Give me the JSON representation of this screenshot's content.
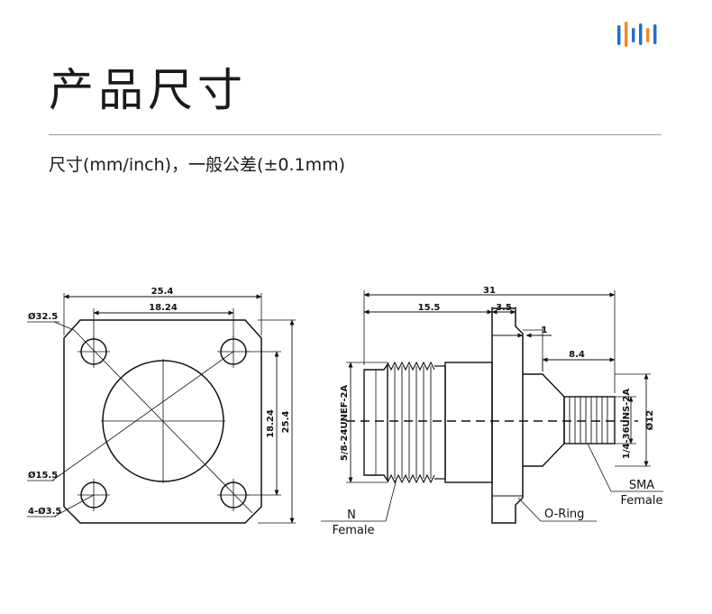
{
  "header": {
    "logo_icon": "bars-logo-icon",
    "logo_colors": [
      "#1f6fd1",
      "#f08a24"
    ],
    "title": "产品尺寸",
    "subtitle": "尺寸(mm/inch)，一般公差(±0.1mm)"
  },
  "front_view": {
    "dim_width_outer": "25.4",
    "dim_width_holes": "18.24",
    "dim_height_holes": "18.24",
    "dim_height_outer": "25.4",
    "label_outer_dia": "Ø32.5",
    "label_center_dia": "Ø15.5",
    "label_holes": "4-Ø3.5"
  },
  "side_view": {
    "dim_total_length": "31",
    "dim_n_length": "15.5",
    "dim_flange": "3.5",
    "dim_gap": "1",
    "dim_sma_length": "8.4",
    "thread_n": "5/8-24UNEF-2A",
    "thread_sma": "1/4-36UNS-2A",
    "dim_sma_dia": "Ø12",
    "label_n": "N",
    "label_n_sub": "Female",
    "label_oring": "O-Ring",
    "label_sma": "SMA",
    "label_sma_sub": "Female"
  }
}
